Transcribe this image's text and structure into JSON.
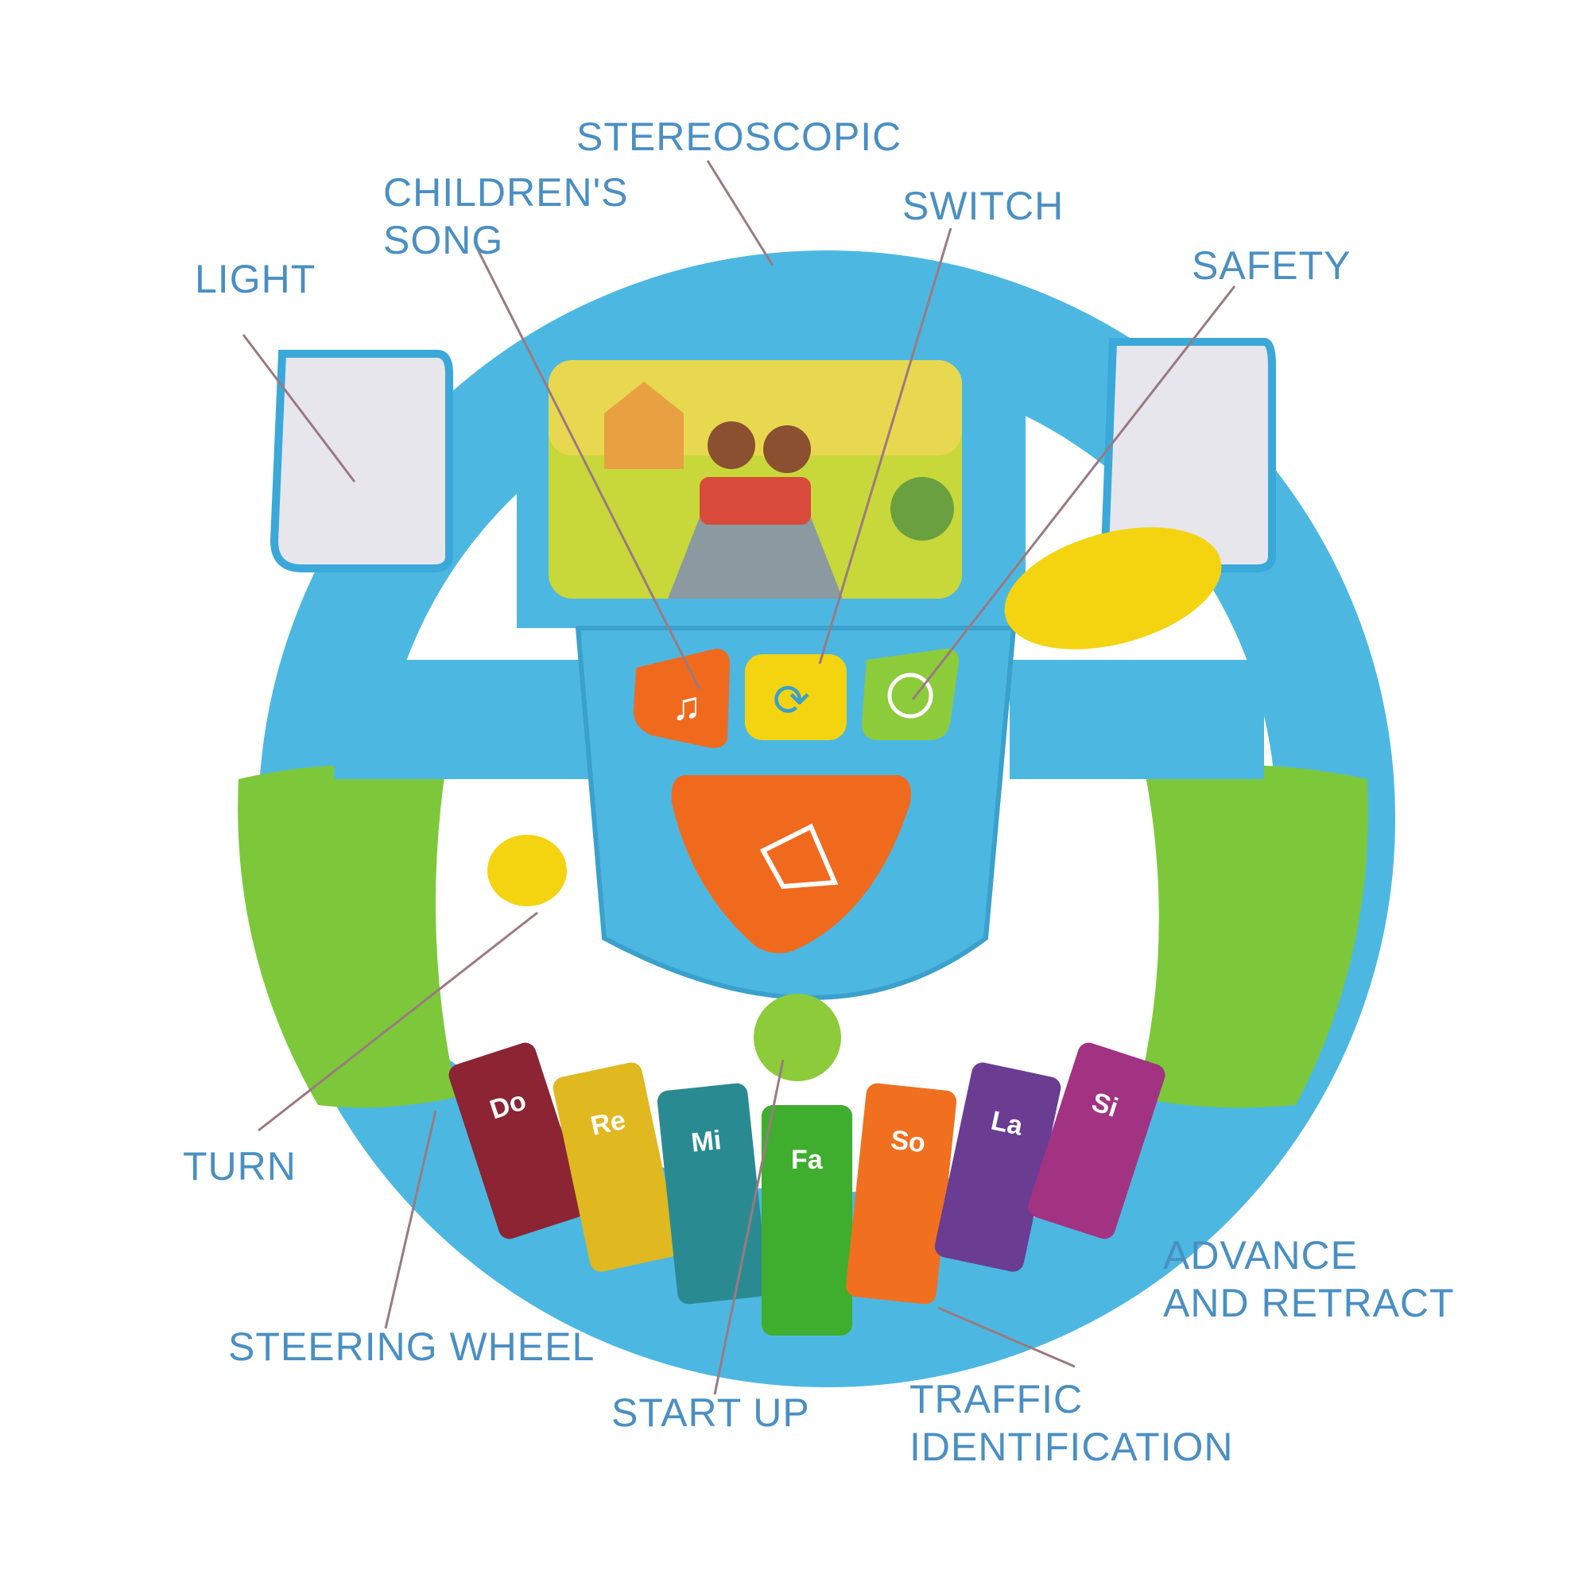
{
  "labels": {
    "stereoscopic": "STEREOSCOPIC",
    "childrens_song_1": "CHILDREN'S",
    "childrens_song_2": "SONG",
    "switch": "SWITCH",
    "safety": "SAFETY",
    "light": "LIGHT",
    "turn": "TURN",
    "steering_wheel": "STEERING WHEEL",
    "start_up": "START UP",
    "traffic_1": "TRAFFIC",
    "traffic_2": "IDENTIFICATION",
    "advance_1": "ADVANCE",
    "advance_2": "AND RETRACT"
  },
  "keys": [
    {
      "note": "Do",
      "color": "#8c2434"
    },
    {
      "note": "Re",
      "color": "#e0b820"
    },
    {
      "note": "Mi",
      "color": "#2a8a92"
    },
    {
      "note": "Fa",
      "color": "#3fae2e"
    },
    {
      "note": "So",
      "color": "#f07020"
    },
    {
      "note": "La",
      "color": "#6a3c92"
    },
    {
      "note": "Si",
      "color": "#a23282"
    }
  ],
  "colors": {
    "label": "#4a8fc3",
    "leader": "#9a7a80",
    "wheel": "#4cb8e2",
    "grip": "#7cc83a",
    "horn": "#f06a1e",
    "lever": "#f4d410"
  }
}
